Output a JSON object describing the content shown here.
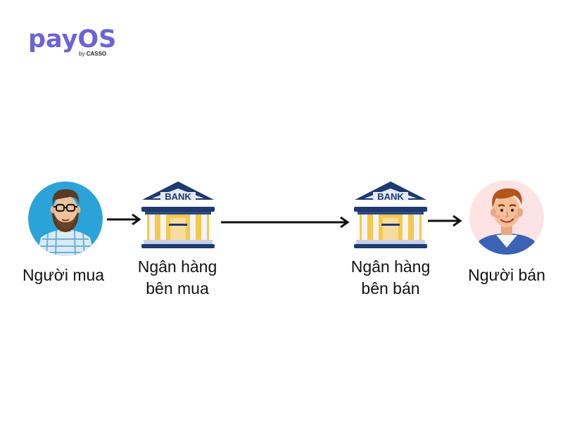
{
  "logo": {
    "main": "payOS",
    "by": "by",
    "brand": "CASSO",
    "color": "#6c63d8"
  },
  "nodes": {
    "buyer": {
      "label": "Người mua"
    },
    "buyer_bank": {
      "label_line1": "Ngân hàng",
      "label_line2": "bên mua",
      "sign": "BANK"
    },
    "seller_bank": {
      "label_line1": "Ngân hàng",
      "label_line2": "bên bán",
      "sign": "BANK"
    },
    "seller": {
      "label": "Người bán"
    }
  },
  "colors": {
    "bank_navy": "#1e3a6e",
    "bank_gold": "#f5c94a",
    "buyer_bg": "#2aa3d8",
    "seller_bg": "#fde3e3"
  }
}
